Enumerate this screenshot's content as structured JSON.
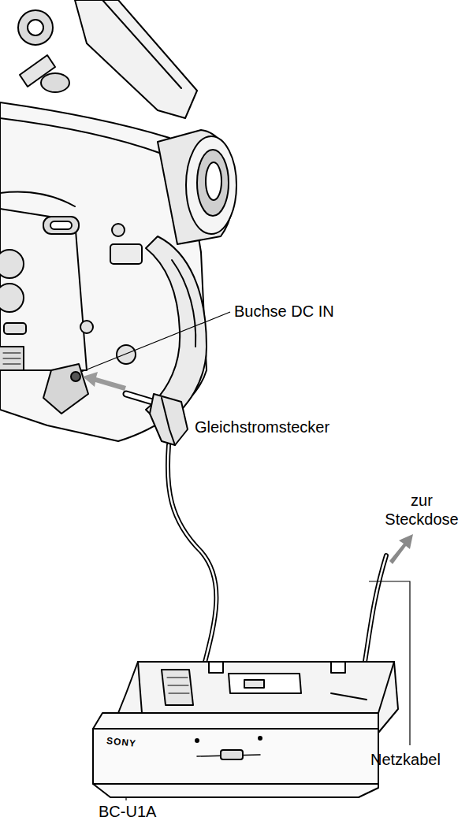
{
  "diagram": {
    "labels": [
      "Buchse DC IN",
      "Gleichstromstecker",
      "zur Steckdose",
      "Netzkabel",
      "BC-U1A",
      "SONY"
    ]
  }
}
